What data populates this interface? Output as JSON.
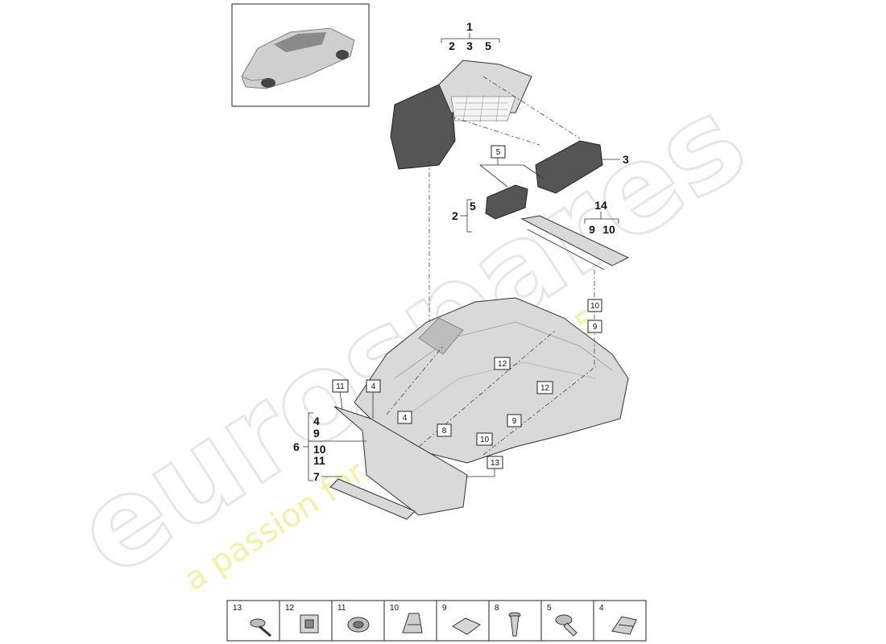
{
  "watermark": {
    "brand": "eurospares",
    "tagline": "a passion for parts since 1985"
  },
  "callouts": {
    "group1": {
      "top": "1",
      "items": [
        "2",
        "3",
        "5"
      ]
    },
    "group14": {
      "top": "14",
      "items": [
        "9",
        "10"
      ]
    },
    "group2": {
      "main": "2",
      "item": "5"
    },
    "group6": {
      "main": "6",
      "items": [
        "4",
        "9",
        "10",
        "11"
      ]
    },
    "label3": "3",
    "label7": "7",
    "boxes": {
      "b5": "5",
      "b10a": "10",
      "b9a": "9",
      "b12a": "12",
      "b12b": "12",
      "b11": "11",
      "b4a": "4",
      "b4b": "4",
      "b8": "8",
      "b9b": "9",
      "b10b": "10",
      "b13": "13"
    }
  },
  "parts_strip": [
    "13",
    "12",
    "11",
    "10",
    "9",
    "8",
    "5",
    "4"
  ]
}
